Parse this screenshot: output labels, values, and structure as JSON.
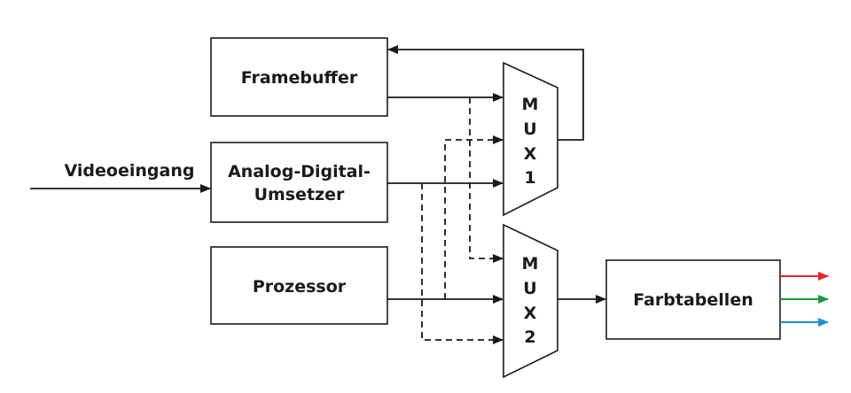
{
  "input_label": "Videoeingang",
  "blocks": {
    "framebuffer": "Framebuffer",
    "adc_line1": "Analog-Digital-",
    "adc_line2": "Umsetzer",
    "processor": "Prozessor",
    "color_tables": "Farbtabellen"
  },
  "mux1": {
    "chars": [
      "M",
      "U",
      "X",
      "1"
    ]
  },
  "mux2": {
    "chars": [
      "M",
      "U",
      "X",
      "2"
    ]
  },
  "output_colors": {
    "red": "#e8212a",
    "green": "#1a9a3a",
    "blue": "#1f8fd6"
  }
}
